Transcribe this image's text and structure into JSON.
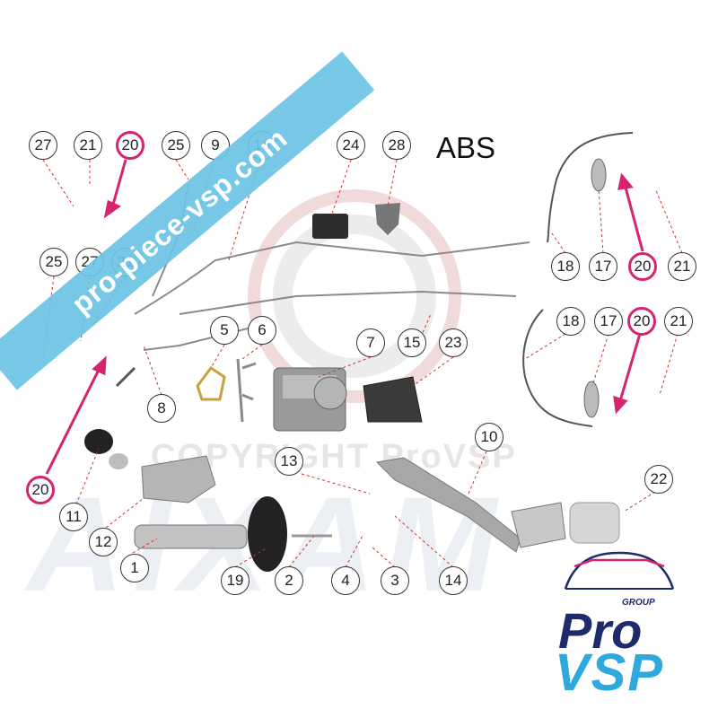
{
  "diagram_title": "ABS",
  "banner_text": "pro-piece-vsp.com",
  "watermark_copyright": "COPYRIGHT ProVSP",
  "watermark_brand": "AIXAM",
  "logo": {
    "group": "GROUP",
    "pro": "Pro",
    "vsp": "VSP"
  },
  "colors": {
    "highlight": "#d6246e",
    "banner": "#6cc3e6",
    "logo_dark": "#1d2a6b",
    "logo_light": "#2fa8dd"
  },
  "callouts": {
    "c27a": "27",
    "c21a": "21",
    "c20a": "20",
    "c25a": "25",
    "c9": "9",
    "c16": "16",
    "c24": "24",
    "c28": "28",
    "c25b": "25",
    "c27b": "27",
    "c21b": "21",
    "c5": "5",
    "c6": "6",
    "c7": "7",
    "c15": "15",
    "c23": "23",
    "c8": "8",
    "c18a": "18",
    "c17a": "17",
    "c20b": "20",
    "c21c": "21",
    "c18b": "18",
    "c17b": "17",
    "c20c": "20",
    "c21d": "21",
    "c10": "10",
    "c13": "13",
    "c22": "22",
    "c20d": "20",
    "c11": "11",
    "c12": "12",
    "c1": "1",
    "c19": "19",
    "c2": "2",
    "c4": "4",
    "c3": "3",
    "c14": "14"
  }
}
